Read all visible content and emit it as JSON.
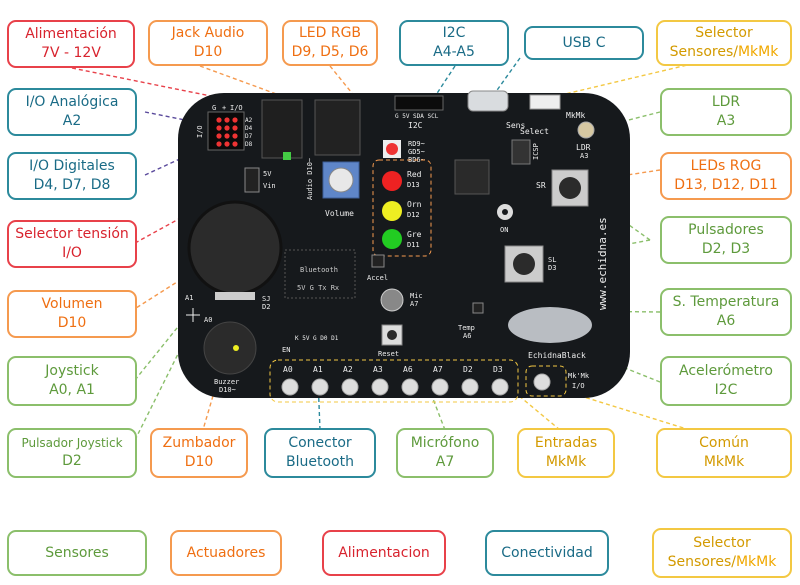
{
  "labels": {
    "alimentacion": {
      "line1": "Alimentación",
      "line2": "7V - 12V"
    },
    "jack_audio": {
      "line1": "Jack Audio",
      "line2": "D10"
    },
    "led_rgb": {
      "line1": "LED RGB",
      "line2": "D9, D5, D6"
    },
    "i2c": {
      "line1": "I2C",
      "line2": "A4-A5"
    },
    "usb_c": {
      "line1": "USB C"
    },
    "selector_top": {
      "line1": "Selector",
      "line2a": "Sensores/",
      "line2b": "MkMk"
    },
    "io_analogica": {
      "line1": "I/O Analógica",
      "line2": "A2"
    },
    "ldr": {
      "line1": "LDR",
      "line2": "A3"
    },
    "io_digitales": {
      "line1": "I/O Digitales",
      "line2": "D4, D7, D8"
    },
    "leds_rog": {
      "line1": "LEDs ROG",
      "line2": "D13, D12, D11"
    },
    "selector_tension": {
      "line1": "Selector tensión",
      "line2": "I/O"
    },
    "pulsadores": {
      "line1": "Pulsadores",
      "line2": "D2, D3"
    },
    "volumen": {
      "line1": "Volumen",
      "line2": "D10"
    },
    "temperatura": {
      "line1": "S. Temperatura",
      "line2": "A6"
    },
    "joystick": {
      "line1": "Joystick",
      "line2": "A0, A1"
    },
    "acelerometro": {
      "line1": "Acelerómetro",
      "line2": "I2C"
    },
    "pulsador_joystick": {
      "line1": "Pulsador Joystick",
      "line2": "D2"
    },
    "zumbador": {
      "line1": "Zumbador",
      "line2": "D10"
    },
    "bluetooth": {
      "line1": "Conector",
      "line2": "Bluetooth"
    },
    "microfono": {
      "line1": "Micrófono",
      "line2": "A7"
    },
    "entradas": {
      "line1": "Entradas",
      "line2": "MkMk"
    },
    "comun": {
      "line1": "Común",
      "line2": "MkMk"
    }
  },
  "legend": {
    "sensores": "Sensores",
    "actuadores": "Actuadores",
    "alimentacion": "Alimentacion",
    "conectividad": "Conectividad",
    "selector_line1": "Selector",
    "selector_line2a": "Sensores/",
    "selector_line2b": "MkMk"
  },
  "board": {
    "i2c_header": "G 5V SDA SCL",
    "i2c_title": "I2C",
    "sens": "Sens",
    "mkmk": "MkMk",
    "select": "Select",
    "ldr": "LDR",
    "ldr_pin": "A3",
    "icsp": "ICSP",
    "rgb_pins": [
      "RD9~",
      "GD5~",
      "BD6~"
    ],
    "audio": "Audio D10~",
    "io_header": [
      "G",
      "+",
      "I/O"
    ],
    "io_pins": [
      "A2",
      "D4",
      "D7",
      "D8"
    ],
    "io_left": "I/O",
    "v5": "5V",
    "vin": "Vin",
    "volume": "Volume",
    "led_red": [
      "Red",
      "D13"
    ],
    "led_orn": [
      "Orn",
      "D12"
    ],
    "led_gre": [
      "Gre",
      "D11"
    ],
    "sr": "SR",
    "sl": "SL",
    "sl_pin": "D3",
    "on": "ON",
    "website": "www.echidna.es",
    "bluetooth": "Bluetooth",
    "bt_pins": "5V G Tx Rx",
    "bt_bottom": "K 5V G D0 D1",
    "en": "EN",
    "accel": "Accel",
    "mic": "Mic",
    "mic_pin": "A7",
    "temp": "Temp",
    "temp_pin": "A6",
    "reset": "Reset",
    "sj": "SJ",
    "sj_pin": "D2",
    "a1": "A1",
    "a0": "A0",
    "buzzer": "Buzzer",
    "buzzer_pin": "D10~",
    "brand": "EchidnaBlack",
    "pads": [
      "A0",
      "A1",
      "A2",
      "A3",
      "A6",
      "A7",
      "D2",
      "D3"
    ],
    "common": "Mk'Mk",
    "common_io": "I/O"
  }
}
